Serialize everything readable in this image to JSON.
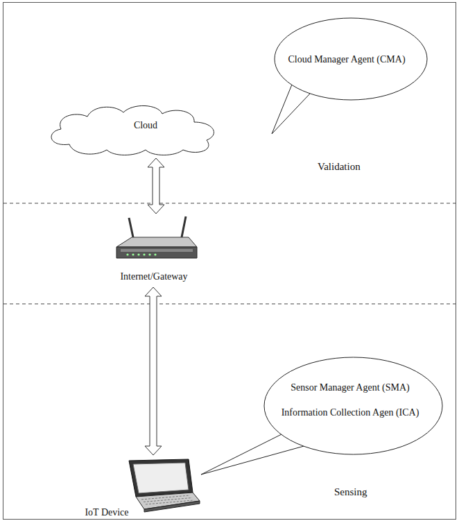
{
  "diagram": {
    "nodes": [
      {
        "text": [
          "Cloud Manager Agent (CMA)"
        ]
      },
      {
        "text": [
          "Cloud"
        ]
      },
      {
        "text": [
          "Internet/Gateway"
        ]
      },
      {
        "text": [
          "Sensor Manager Agent (SMA)",
          "Information Collection Agen (ICA)"
        ]
      },
      {
        "text": [
          "IoT Device"
        ]
      }
    ],
    "edges": [
      {
        "from": 1,
        "to": 2,
        "arrow": "both"
      },
      {
        "from": 2,
        "to": 4,
        "arrow": "both"
      }
    ],
    "labels": [
      "Validation",
      "Sensing"
    ]
  }
}
